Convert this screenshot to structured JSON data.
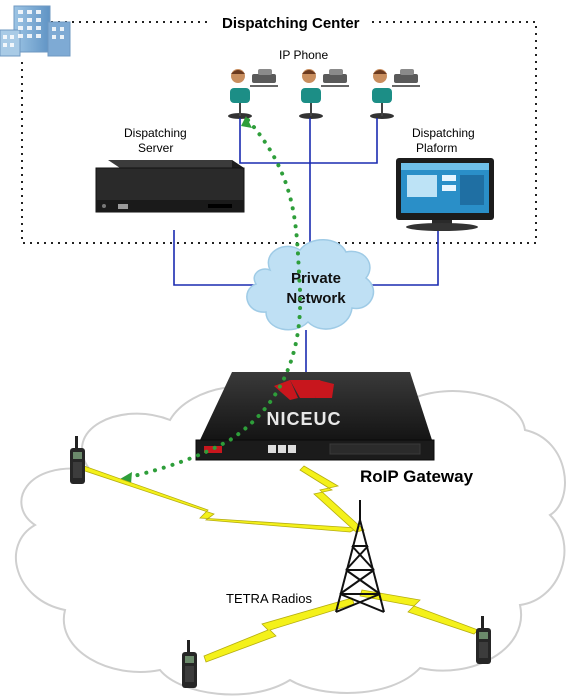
{
  "labels": {
    "dispatching_center": "Dispatching Center",
    "ip_phone": "IP Phone",
    "server_line1": "Dispatching",
    "server_line2": "Server",
    "platform_line1": "Dispatching",
    "platform_line2": "Plaform",
    "network_line1": "Private",
    "network_line2": "Network",
    "gateway": "RoIP Gateway",
    "radios": "TETRA Radios",
    "brand": "NICEUC"
  },
  "colors": {
    "link_line": "#1a2bb0",
    "wireless_path": "#2e9e3a",
    "lightning": "#f4f11a",
    "cloud_fill": "#bfe0f4",
    "cloud_outline": "#cfcfcf",
    "brand_red": "#c8161d"
  },
  "icons": [
    "building-icon",
    "operator-icon",
    "server-icon",
    "monitor-icon",
    "gateway-icon",
    "tower-icon",
    "radio-icon"
  ]
}
